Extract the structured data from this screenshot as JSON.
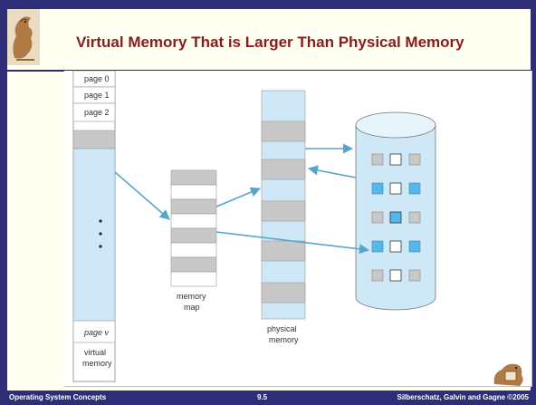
{
  "title": "Virtual Memory That is Larger Than Physical Memory",
  "footer": {
    "left": "Operating System Concepts",
    "center": "9.5",
    "right": "Silberschatz, Galvin and Gagne ©2005"
  },
  "diagram": {
    "virtual_memory": {
      "pages": [
        "page 0",
        "page 1",
        "page 2"
      ],
      "last_page": "page v",
      "label_line1": "virtual",
      "label_line2": "memory"
    },
    "memory_map": {
      "label_line1": "memory",
      "label_line2": "map"
    },
    "physical_memory": {
      "label_line1": "physical",
      "label_line2": "memory"
    }
  },
  "colors": {
    "frame": "#2e2e78",
    "title": "#8b1a1a",
    "light_blue": "#cfe8f7",
    "mid_blue": "#55b8e6",
    "gray": "#c8c8c8",
    "arrow": "#55a6cf"
  },
  "icons": [
    "dinosaur-logo-icon",
    "dinosaur-reading-icon"
  ]
}
